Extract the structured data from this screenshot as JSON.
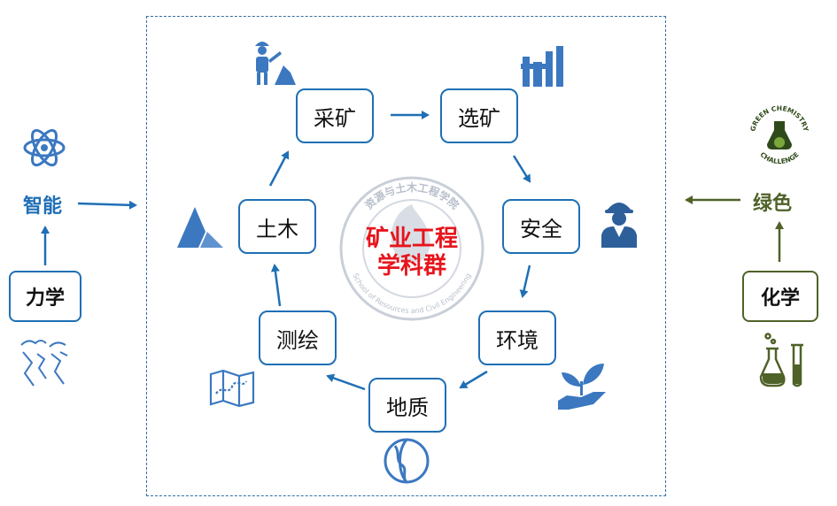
{
  "center": {
    "line1": "矿业工程",
    "line2": "学科群",
    "color": "#e8141c"
  },
  "watermark": {
    "top_text": "资源与土木工程学院",
    "bottom_text": "School of Resources and Civil Engineering"
  },
  "nodes": {
    "caikuang": "采矿",
    "xuankuang": "选矿",
    "anquan": "安全",
    "huanjing": "环境",
    "dizhi": "地质",
    "cehui": "测绘",
    "tumu": "土木"
  },
  "left": {
    "top_word": "智能",
    "bottom_box": "力学"
  },
  "right": {
    "top_word": "绿色",
    "bottom_box": "化学",
    "logo_top": "GREEN CHEMISTRY",
    "logo_bottom": "CHALLENGE"
  },
  "colors": {
    "blue": "#1f6fb5",
    "green": "#4f6228",
    "icon_blue": "#3b78c0"
  },
  "icons": [
    "miner-icon",
    "factory-icon",
    "worker-helmet-icon",
    "plant-hand-icon",
    "globe-icon",
    "map-icon",
    "mountain-icon",
    "atom-icon",
    "geology-icon",
    "green-chemistry-logo-icon",
    "flask-icon"
  ]
}
